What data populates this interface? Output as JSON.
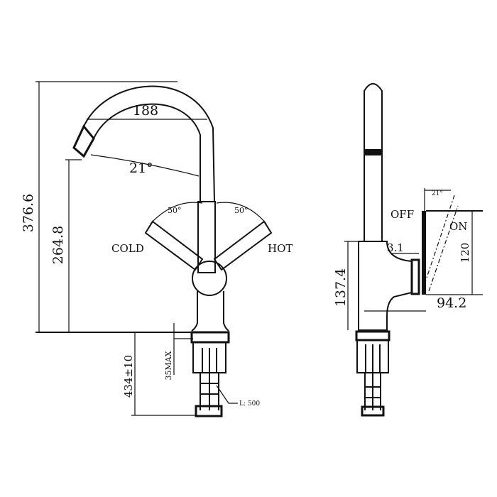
{
  "side_view": {
    "total_height": "376.6",
    "spout_height": "264.8",
    "spout_reach": "188",
    "spout_angle": "21°",
    "lever_angle_left": "50°",
    "lever_angle_right": "50°",
    "cold_label": "COLD",
    "hot_label": "HOT",
    "shank_length": "434±10",
    "max_deck": "35MAX",
    "hose_length": "L: 500"
  },
  "front_view": {
    "lever_angle": "21°",
    "off_label": "OFF",
    "on_label": "ON",
    "lever_height": "120",
    "offset": "3.1",
    "body_height": "137.4",
    "handle_depth": "94.2"
  }
}
